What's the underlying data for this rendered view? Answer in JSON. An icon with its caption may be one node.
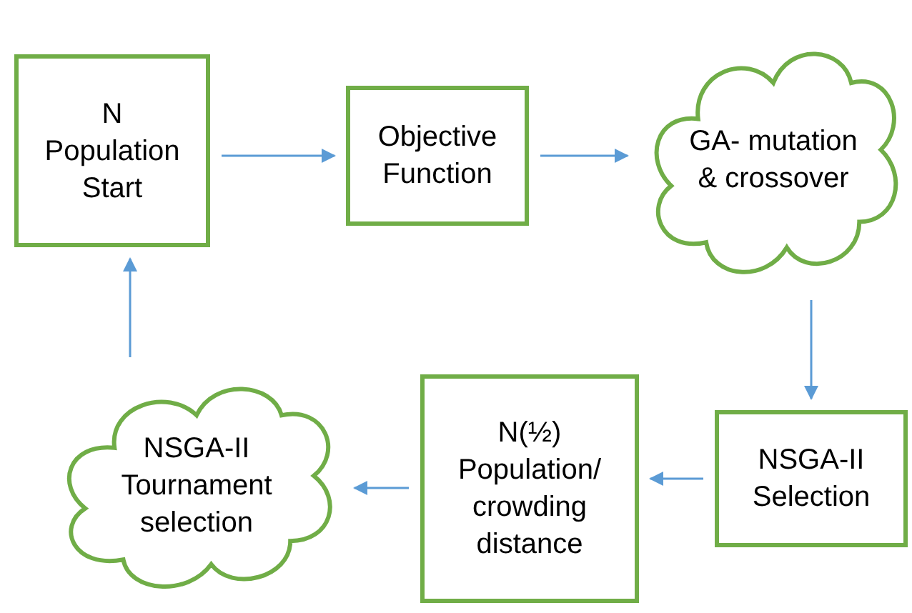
{
  "diagram": {
    "nodes": [
      {
        "text": [
          "N Population Start"
        ]
      },
      {
        "text": [
          "Objective Function"
        ]
      },
      {
        "text": [
          "GA- mutation & crossover"
        ]
      },
      {
        "text": [
          "NSGA-II Selection"
        ]
      },
      {
        "text": [
          "N(½) Population/ crowding distance"
        ]
      },
      {
        "text": [
          "NSGA-II Tournament selection"
        ]
      }
    ],
    "edges": [
      {
        "from": 0,
        "to": 1,
        "arrow": "to"
      },
      {
        "from": 1,
        "to": 2,
        "arrow": "to"
      },
      {
        "from": 2,
        "to": 3,
        "arrow": "to"
      },
      {
        "from": 3,
        "to": 4,
        "arrow": "to"
      },
      {
        "from": 4,
        "to": 5,
        "arrow": "to"
      },
      {
        "from": 5,
        "to": 0,
        "arrow": "to"
      }
    ]
  }
}
